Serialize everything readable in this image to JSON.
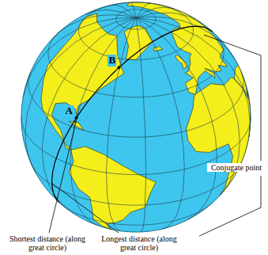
{
  "diagram": {
    "labels": [
      "B",
      "A",
      "Conjugate point",
      "Shortest distance (along great circle)",
      "Longest distance (along great circle)"
    ]
  }
}
